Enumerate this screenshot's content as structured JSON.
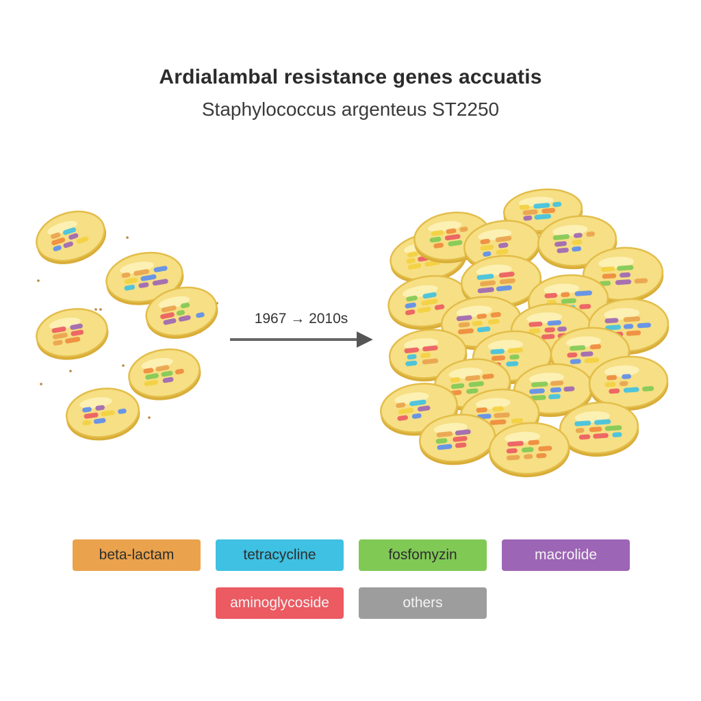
{
  "header": {
    "title": "Ardialambal  resistance genes accuatis",
    "subtitle": "Staphylococcus argenteus ST2250"
  },
  "timeline": {
    "label": "1967 → 2010s"
  },
  "legend": [
    {
      "label": "beta-lactam",
      "color": "#eaa24c"
    },
    {
      "label": "tetracycline",
      "color": "#3ec1e2"
    },
    {
      "label": "fosfomyzin",
      "color": "#80c955"
    },
    {
      "label": "macrolide",
      "color": "#9d65b5"
    },
    {
      "label": "aminoglycoside",
      "color": "#ec5a62"
    },
    {
      "label": "others",
      "color": "#9d9d9d"
    }
  ],
  "gene_colors": [
    "#eaa24c",
    "#3ec1e2",
    "#80c955",
    "#9d65b5",
    "#ec5a62",
    "#f4d03f",
    "#5b8def",
    "#ee8a3c"
  ],
  "cell_colors": {
    "fill": "#f6df84",
    "rim": "#e3bd4a",
    "highlight": "#fff6c8"
  }
}
